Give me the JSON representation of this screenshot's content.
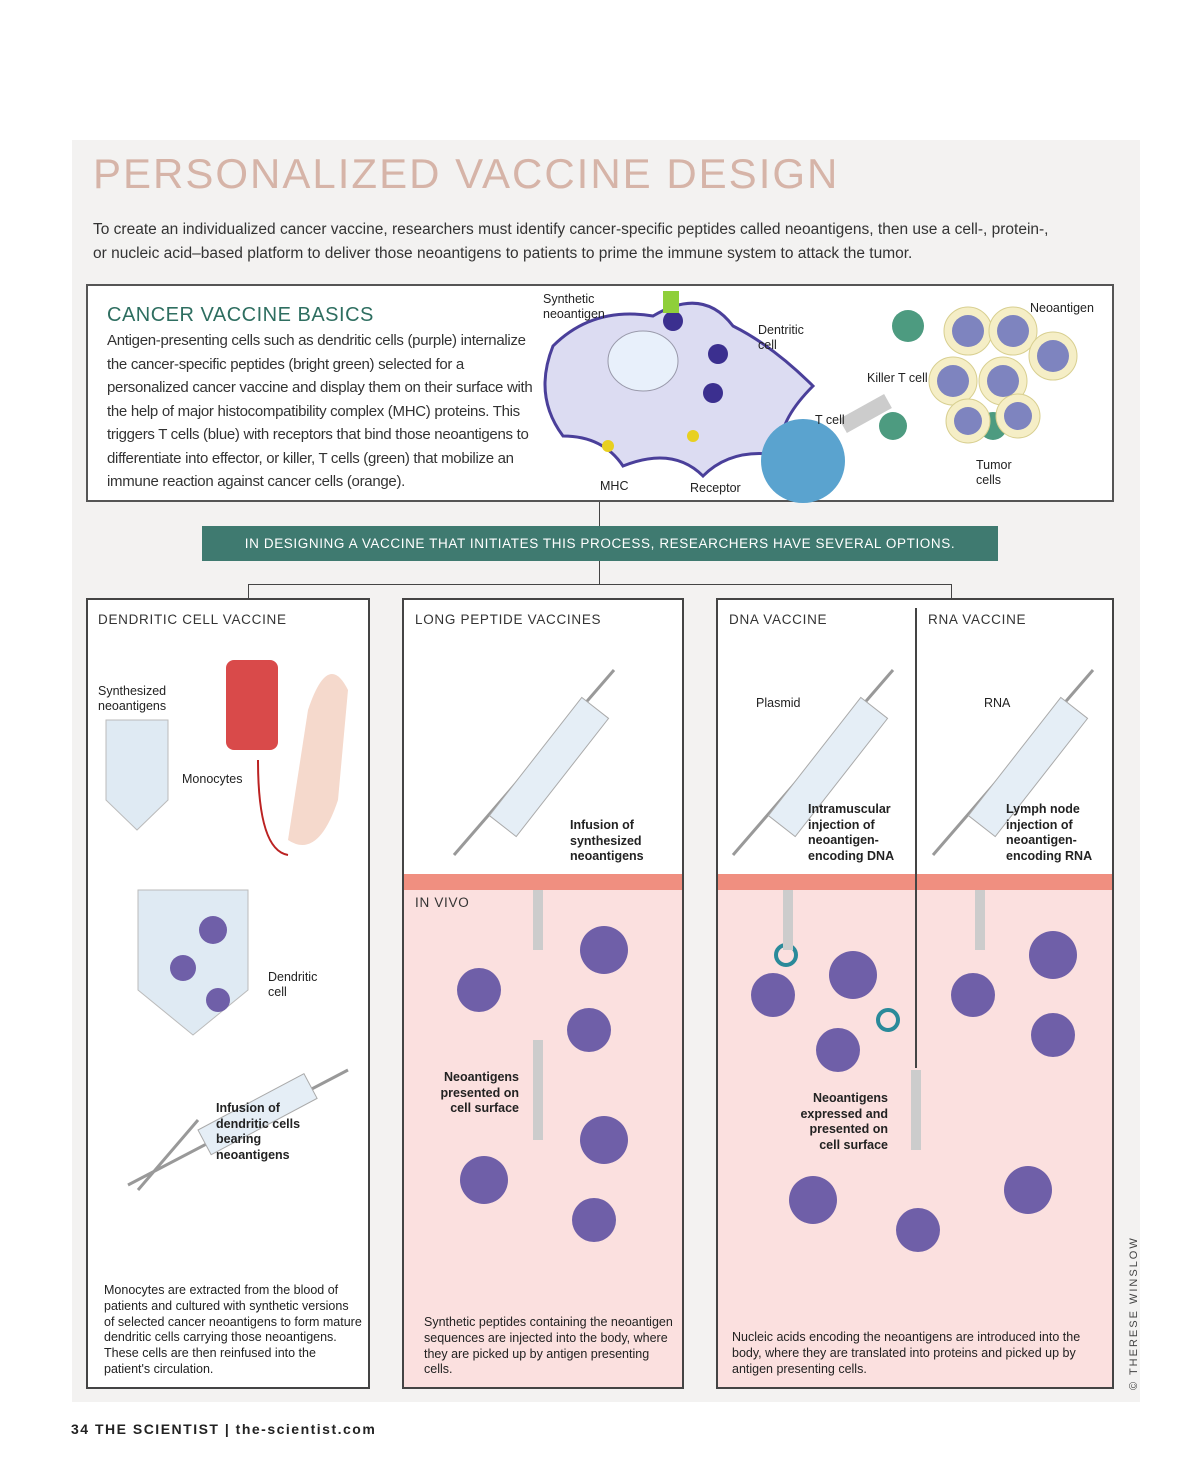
{
  "title": "PERSONALIZED VACCINE DESIGN",
  "intro": "To create an individualized cancer vaccine, researchers must identify cancer-specific peptides called neoantigens, then use a cell-, protein-, or nucleic acid–based platform to deliver those neoantigens to patients to prime the immune system to attack the tumor.",
  "basics": {
    "heading": "CANCER VACCINE BASICS",
    "text": "Antigen-presenting cells such as dendritic cells (purple) internalize the cancer-specific peptides (bright green) selected for a personalized cancer vaccine and display them on their surface with the help of major histocompatibility complex (MHC) proteins. This triggers T cells (blue) with receptors that bind those neoantigens to differentiate into effector, or killer, T cells (green) that mobilize an immune reaction against cancer cells (orange).",
    "labels": {
      "synthetic": "Synthetic neoantigen",
      "dendritic": "Dentritic cell",
      "mhc": "MHC",
      "receptor": "Receptor",
      "tcell": "T cell",
      "killer": "Killer T cell",
      "neoantigen": "Neoantigen",
      "tumor": "Tumor cells"
    }
  },
  "banner": "IN DESIGNING A VACCINE THAT INITIATES THIS PROCESS, RESEARCHERS HAVE SEVERAL OPTIONS.",
  "panels": {
    "dendritic": {
      "heading": "DENDRITIC CELL VACCINE",
      "synth": "Synthesized neoantigens",
      "mono": "Monocytes",
      "dc": "Dendritic cell",
      "infusion": "Infusion of dendritic cells bearing neoantigens",
      "desc": "Monocytes are extracted from the blood of patients and cultured with synthetic versions of selected cancer neoantigens to form mature dendritic cells carrying those neoantigens. These cells are then reinfused into the patient's circulation."
    },
    "peptide": {
      "heading": "LONG PEPTIDE VACCINES",
      "infusion": "Infusion of synthesized neoantigens",
      "invivo": "IN VIVO",
      "presented": "Neoantigens presented on cell surface",
      "desc": "Synthetic peptides containing the neoantigen sequences are injected into the body, where they are picked up by antigen presenting cells."
    },
    "dna": {
      "heading": "DNA VACCINE",
      "plasmid": "Plasmid",
      "injection": "Intramuscular injection of neoantigen-encoding DNA"
    },
    "rna": {
      "heading": "RNA VACCINE",
      "rna": "RNA",
      "injection": "Lymph node injection of neoantigen-encoding RNA"
    },
    "nucleic": {
      "expressed": "Neoantigens expressed and presented on cell surface",
      "desc": "Nucleic acids encoding the neoantigens are introduced into the body, where they are translated into proteins and picked up by antigen presenting cells."
    }
  },
  "footer": "34 THE SCIENTIST | the-scientist.com",
  "credit": "© THERESE WINSLOW",
  "colors": {
    "title": "#d6b4a8",
    "teal": "#3f7a70",
    "pink": "#fbe0df",
    "band": "#f08f80",
    "cell": "#6f5fa8"
  }
}
